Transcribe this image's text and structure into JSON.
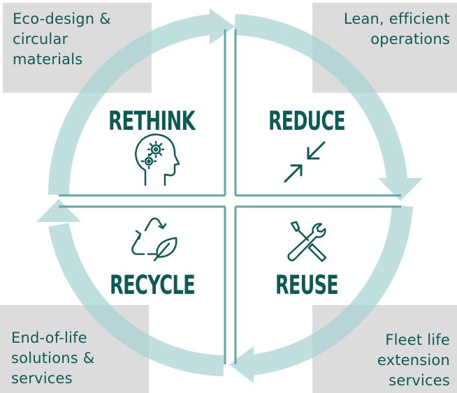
{
  "colors": {
    "ring": "#a8d3d2",
    "teal": "#0c5a55",
    "grid_line": "#5ea9a6",
    "corner_box": "#dcdcdc"
  },
  "quadrants": {
    "top_left": {
      "label": "RETHINK",
      "icon": "head-gears-icon"
    },
    "top_right": {
      "label": "REDUCE",
      "icon": "compress-arrows-icon"
    },
    "bottom_left": {
      "label": "RECYCLE",
      "icon": "recycle-leaf-icon"
    },
    "bottom_right": {
      "label": "REUSE",
      "icon": "wrench-screwdriver-icon"
    }
  },
  "corners": {
    "top_left": [
      "Eco-design &",
      "circular",
      "materials"
    ],
    "top_right": [
      "Lean, efficient",
      "operations"
    ],
    "bottom_left": [
      "End-of-life",
      "solutions &",
      "services"
    ],
    "bottom_right": [
      "Fleet life",
      "extension",
      "services"
    ]
  }
}
